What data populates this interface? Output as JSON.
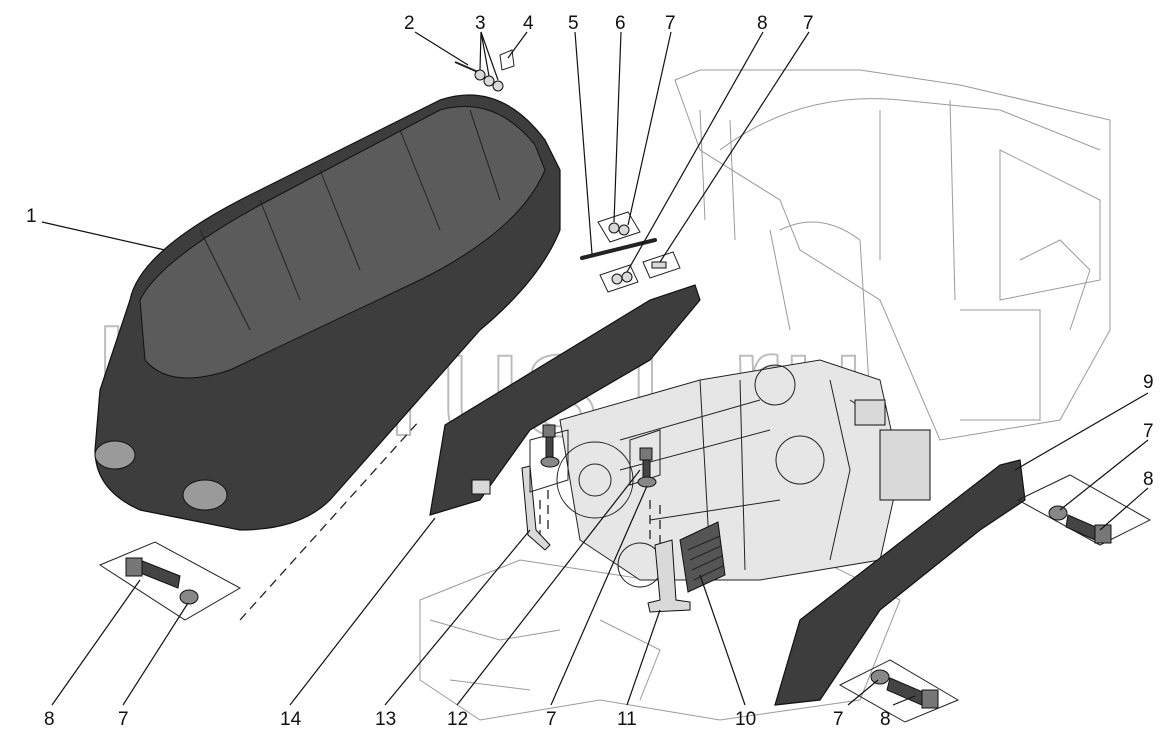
{
  "watermark": "belarus1.ru",
  "callouts": [
    {
      "id": "c1",
      "label": "1"
    },
    {
      "id": "c2",
      "label": "2"
    },
    {
      "id": "c3",
      "label": "3"
    },
    {
      "id": "c4",
      "label": "4"
    },
    {
      "id": "c5",
      "label": "5"
    },
    {
      "id": "c6",
      "label": "6"
    },
    {
      "id": "c7a",
      "label": "7"
    },
    {
      "id": "c8a",
      "label": "8"
    },
    {
      "id": "c7b",
      "label": "7"
    },
    {
      "id": "c9",
      "label": "9"
    },
    {
      "id": "c7c",
      "label": "7"
    },
    {
      "id": "c8b",
      "label": "8"
    },
    {
      "id": "c8c",
      "label": "8"
    },
    {
      "id": "c7d",
      "label": "7"
    },
    {
      "id": "c14",
      "label": "14"
    },
    {
      "id": "c13",
      "label": "13"
    },
    {
      "id": "c12",
      "label": "12"
    },
    {
      "id": "c7e",
      "label": "7"
    },
    {
      "id": "c11",
      "label": "11"
    },
    {
      "id": "c10",
      "label": "10"
    },
    {
      "id": "c7f",
      "label": "7"
    },
    {
      "id": "c8d",
      "label": "8"
    }
  ]
}
